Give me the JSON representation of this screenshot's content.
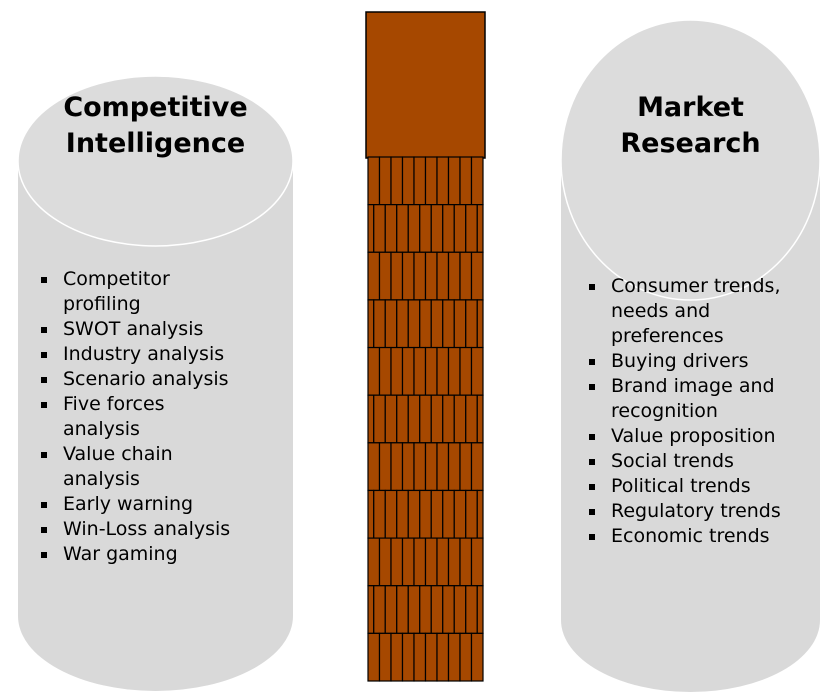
{
  "left_cylinder": {
    "title_line1": "Competitive",
    "title_line2": "Intelligence",
    "items": [
      {
        "line1": "Competitor",
        "line2": "profiling"
      },
      {
        "line1": "SWOT analysis",
        "line2": ""
      },
      {
        "line1": "Industry analysis",
        "line2": ""
      },
      {
        "line1": "Scenario analysis",
        "line2": ""
      },
      {
        "line1": "Five forces",
        "line2": "analysis"
      },
      {
        "line1": "Value chain",
        "line2": "analysis"
      },
      {
        "line1": "Early warning",
        "line2": ""
      },
      {
        "line1": "Win-Loss analysis",
        "line2": ""
      },
      {
        "line1": "War gaming",
        "line2": ""
      }
    ]
  },
  "right_cylinder": {
    "title_line1": "Market",
    "title_line2": "Research",
    "items": [
      {
        "line1": "Consumer trends,",
        "line2": "needs and",
        "line3": "preferences"
      },
      {
        "line1": "Buying drivers",
        "line2": "",
        "line3": ""
      },
      {
        "line1": "Brand image and",
        "line2": "recognition",
        "line3": ""
      },
      {
        "line1": "Value proposition",
        "line2": "",
        "line3": ""
      },
      {
        "line1": "Social trends",
        "line2": "",
        "line3": ""
      },
      {
        "line1": "Political trends",
        "line2": "",
        "line3": ""
      },
      {
        "line1": "Regulatory trends",
        "line2": "",
        "line3": ""
      },
      {
        "line1": "Economic trends",
        "line2": "",
        "line3": ""
      }
    ]
  },
  "colors": {
    "cylinder_fill": "#d9d9d9",
    "cylinder_top": "#dddddd",
    "tower_fill": "#a64800",
    "tower_stroke": "#000000"
  }
}
